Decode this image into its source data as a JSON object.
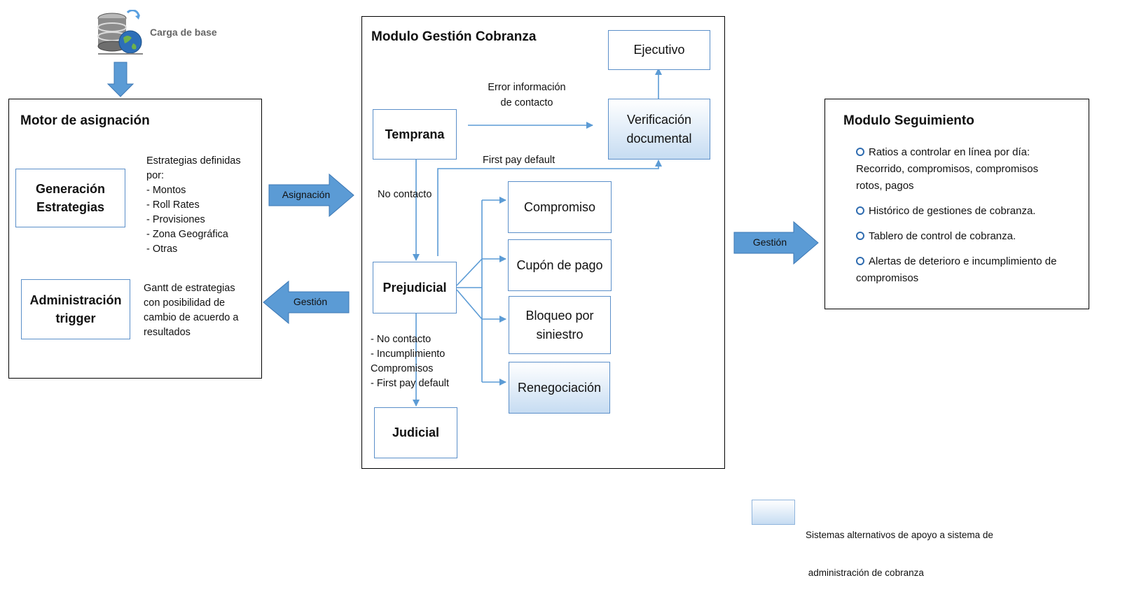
{
  "db": {
    "label": "Carga de base",
    "icon": "database-globe-icon"
  },
  "motor": {
    "title": "Motor de asignación",
    "generacion": "Generación\nEstrategias",
    "estrategias_text": [
      "Estrategias definidas",
      "por:",
      "- Montos",
      "- Roll Rates",
      "- Provisiones",
      "- Zona Geográfica",
      "- Otras"
    ],
    "administracion": "Administración\ntrigger",
    "gantt_text": [
      "Gantt de estrategias",
      "con posibilidad de",
      "cambio de acuerdo a",
      "resultados"
    ]
  },
  "arrows": {
    "asignacion": "Asignación",
    "gestion_left": "Gestión",
    "gestion_right": "Gestión"
  },
  "cobranza": {
    "title": "Modulo Gestión Cobranza",
    "temprana": "Temprana",
    "prejudicial": "Prejudicial",
    "judicial": "Judicial",
    "ejecutivo": "Ejecutivo",
    "verificacion": "Verificación\ndocumental",
    "compromiso": "Compromiso",
    "cupon": "Cupón de pago",
    "bloqueo": "Bloqueo por\nsiniestro",
    "renegociacion": "Renegociación",
    "error_label": [
      "Error información",
      "de contacto"
    ],
    "first_pay_label": "First pay default",
    "no_contacto_label": "No contacto",
    "prejudicial_conditions": [
      "- No contacto",
      "- Incumplimiento",
      "Compromisos",
      "- First pay default"
    ]
  },
  "seguimiento": {
    "title": "Modulo Seguimiento",
    "items": [
      "Ratios a controlar en línea por día: Recorrido, compromisos, compromisos rotos, pagos",
      "Histórico de gestiones de cobranza.",
      "Tablero de control de cobranza.",
      "Alertas de deterioro e incumplimiento de compromisos"
    ]
  },
  "legend": {
    "text": [
      "Sistemas alternativos de apoyo a sistema de",
      " administración de cobranza"
    ]
  },
  "colors": {
    "box_border": "#5b8fc9",
    "arrow_fill": "#5b9bd5",
    "alt_gradient_end": "#c6dcf2"
  }
}
